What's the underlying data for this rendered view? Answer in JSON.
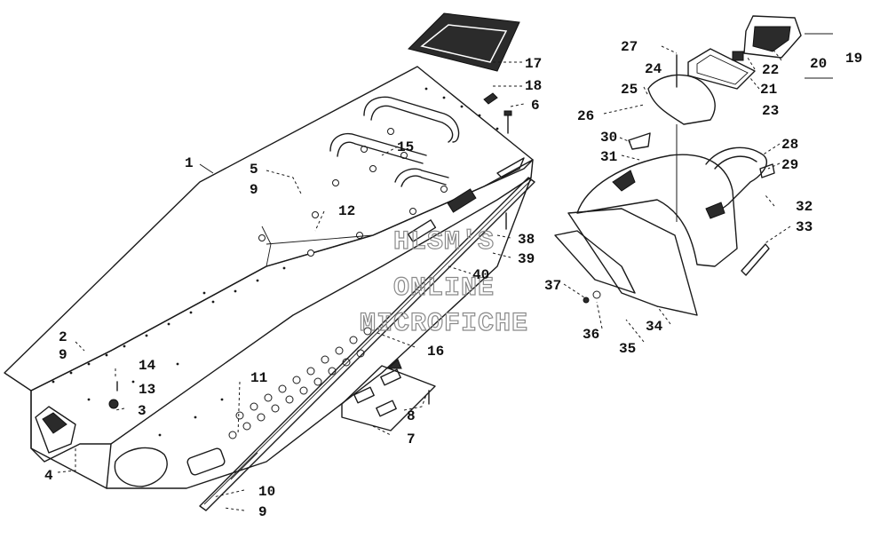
{
  "callouts": [
    {
      "id": "c1",
      "text": "1"
    },
    {
      "id": "c2",
      "text": "2"
    },
    {
      "id": "c9a",
      "text": "9"
    },
    {
      "id": "c3",
      "text": "3"
    },
    {
      "id": "c4",
      "text": "4"
    },
    {
      "id": "c5",
      "text": "5"
    },
    {
      "id": "c9b",
      "text": "9"
    },
    {
      "id": "c6",
      "text": "6"
    },
    {
      "id": "c7",
      "text": "7"
    },
    {
      "id": "c8",
      "text": "8"
    },
    {
      "id": "c9c",
      "text": "9"
    },
    {
      "id": "c10",
      "text": "10"
    },
    {
      "id": "c11",
      "text": "11"
    },
    {
      "id": "c12",
      "text": "12"
    },
    {
      "id": "c13",
      "text": "13"
    },
    {
      "id": "c14",
      "text": "14"
    },
    {
      "id": "c15",
      "text": "15"
    },
    {
      "id": "c16",
      "text": "16"
    },
    {
      "id": "c17",
      "text": "17"
    },
    {
      "id": "c18",
      "text": "18"
    },
    {
      "id": "c19",
      "text": "19"
    },
    {
      "id": "c20",
      "text": "20"
    },
    {
      "id": "c21",
      "text": "21"
    },
    {
      "id": "c22",
      "text": "22"
    },
    {
      "id": "c23",
      "text": "23"
    },
    {
      "id": "c24",
      "text": "24"
    },
    {
      "id": "c25",
      "text": "25"
    },
    {
      "id": "c26",
      "text": "26"
    },
    {
      "id": "c27",
      "text": "27"
    },
    {
      "id": "c28",
      "text": "28"
    },
    {
      "id": "c29",
      "text": "29"
    },
    {
      "id": "c30",
      "text": "30"
    },
    {
      "id": "c31",
      "text": "31"
    },
    {
      "id": "c32",
      "text": "32"
    },
    {
      "id": "c33",
      "text": "33"
    },
    {
      "id": "c34",
      "text": "34"
    },
    {
      "id": "c35",
      "text": "35"
    },
    {
      "id": "c36",
      "text": "36"
    },
    {
      "id": "c37",
      "text": "37"
    },
    {
      "id": "c38",
      "text": "38"
    },
    {
      "id": "c39",
      "text": "39"
    },
    {
      "id": "c40",
      "text": "40"
    }
  ],
  "watermark": {
    "line1": "HLSM'S",
    "line2": "ONLINE",
    "line3": "MICROFICHE"
  },
  "colors": {
    "line": "#1a1a1a",
    "watermark": "#8a8a8a",
    "background": "#ffffff"
  }
}
